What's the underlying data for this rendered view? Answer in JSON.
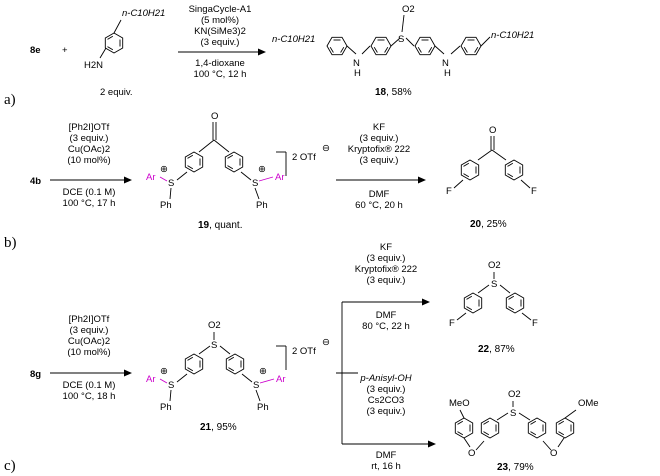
{
  "panel_a": {
    "label": "a)",
    "start_material": "8e",
    "plus": "+",
    "aniline_sub": "n-C10H21",
    "aniline_nh2": "H2N",
    "aniline_equiv": "2 equiv.",
    "conditions": [
      "SingaCycle-A1",
      "(5 mol%)",
      "KN(SiMe3)2",
      "(3 equiv.)",
      "1,4-dioxane",
      "100 °C, 12 h"
    ],
    "product_left_chain": "n-C10H21",
    "product_right_chain": "n-C10H21",
    "product_nh": "H",
    "product_so2": "O2",
    "product_s": "S",
    "product_n": "N",
    "product_id": "18",
    "product_yield": ", 58%"
  },
  "panel_b": {
    "label": "b)",
    "start_material": "4b",
    "conditions_step1": [
      "[Ph2I]OTf",
      "(3 equiv.)",
      "Cu(OAc)2",
      "(10 mol%)",
      "DCE (0.1 M)",
      "100 °C, 17 h"
    ],
    "intermediate_id": "19",
    "intermediate_yield": ", quant.",
    "counterion": "2 OTf",
    "sulfonium_ar": "Ar",
    "sulfonium_ph": "Ph",
    "sulfonium_s": "S",
    "ketone_o": "O",
    "conditions_step2": [
      "KF",
      "(3 equiv.)",
      "Kryptofix® 222",
      "(3 equiv.)",
      "DMF",
      "60 °C, 20 h"
    ],
    "product_id": "20",
    "product_yield": ", 25%",
    "fluoro": "F"
  },
  "panel_c": {
    "label": "c)",
    "start_material": "8g",
    "conditions_step1": [
      "[Ph2I]OTf",
      "(3 equiv.)",
      "Cu(OAc)2",
      "(10 mol%)",
      "DCE (0.1 M)",
      "100 °C, 18 h"
    ],
    "intermediate_id": "21",
    "intermediate_yield": ", 95%",
    "counterion": "2 OTf",
    "so2": "O2",
    "conditions_upper": [
      "KF",
      "(3 equiv.)",
      "Kryptofix® 222",
      "(3 equiv.)",
      "DMF",
      "80 °C, 22 h"
    ],
    "product_upper_id": "22",
    "product_upper_yield": ", 87%",
    "conditions_lower": [
      "p-Anisyl-OH",
      "(3 equiv.)",
      "Cs2CO3",
      "(3 equiv.)",
      "DMF",
      "rt, 16 h"
    ],
    "product_lower_id": "23",
    "product_lower_yield": ", 79%",
    "methoxy": "MeO",
    "methoxy_right": "OMe",
    "ether_o": "O",
    "fluoro": "F"
  },
  "colors": {
    "sulfonium_highlight": "#cc00cc",
    "ink": "#000000"
  }
}
